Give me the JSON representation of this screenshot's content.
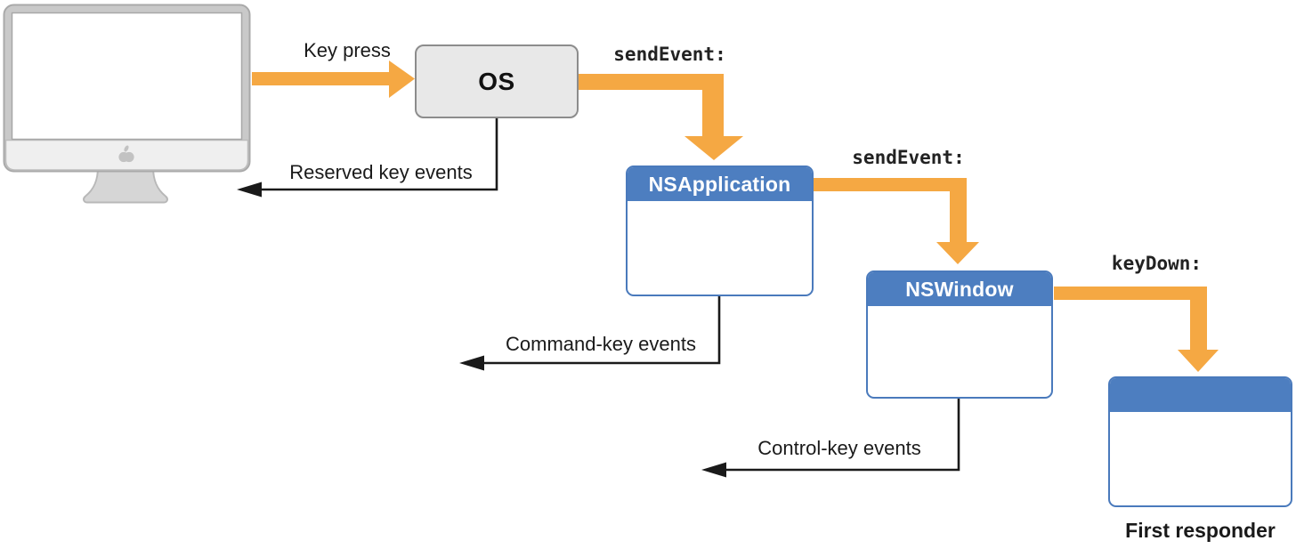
{
  "diagram": {
    "title_implicit": "Key event dispatch flow",
    "nodes": {
      "monitor": {
        "icon": "imac-monitor-icon"
      },
      "os": {
        "label": "OS"
      },
      "nsapplication": {
        "label": "NSApplication"
      },
      "nswindow": {
        "label": "NSWindow"
      },
      "first_responder": {
        "caption": "First responder"
      }
    },
    "arrows": {
      "key_press": {
        "label": "Key press",
        "style": "thick-orange",
        "from": "monitor",
        "to": "os"
      },
      "send_event_app": {
        "label": "sendEvent:",
        "style": "thick-orange",
        "from": "os",
        "to": "nsapplication"
      },
      "send_event_window": {
        "label": "sendEvent:",
        "style": "thick-orange",
        "from": "nsapplication",
        "to": "nswindow"
      },
      "key_down": {
        "label": "keyDown:",
        "style": "thick-orange",
        "from": "nswindow",
        "to": "first_responder"
      },
      "reserved_key_events": {
        "label": "Reserved key events",
        "style": "thin-black",
        "from": "os",
        "to": "monitor"
      },
      "command_key_events": {
        "label": "Command-key events",
        "style": "thin-black",
        "from": "nsapplication"
      },
      "control_key_events": {
        "label": "Control-key events",
        "style": "thin-black",
        "from": "nswindow"
      }
    },
    "colors": {
      "arrow_orange": "#F5A843",
      "header_blue": "#4D7EC0",
      "border_blue": "#4A7ABC",
      "os_fill": "#E8E8E8",
      "os_border": "#8C8C8C",
      "line_black": "#1A1A1A",
      "monitor_frame_gray": "#C9C9C9",
      "monitor_chin_gray": "#EFEFEF"
    }
  }
}
